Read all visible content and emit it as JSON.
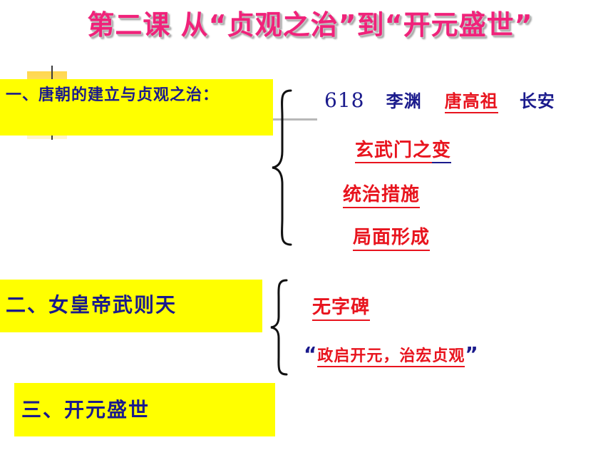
{
  "title": "第二课 从“贞观之治”到“开元盛世”",
  "sections": [
    {
      "heading": "一、唐朝的建立与贞观之治：",
      "items": {
        "year": "618",
        "founder": "李渊",
        "emperor": "唐高祖",
        "capital": "长安",
        "event_a": "玄武门之",
        "event_b": "变",
        "measures": "统治措施",
        "situation": "局面形成"
      }
    },
    {
      "heading": "二、女皇帝武则天",
      "items": {
        "stele": "无字碑",
        "quote_open": "“",
        "quote": "政启开元，治宏贞观",
        "quote_close": "”"
      }
    },
    {
      "heading": "三、开元盛世"
    }
  ],
  "colors": {
    "title": "#f0227a",
    "box": "#ffff00",
    "navy": "#1a1a8c",
    "red": "#e8141e"
  }
}
